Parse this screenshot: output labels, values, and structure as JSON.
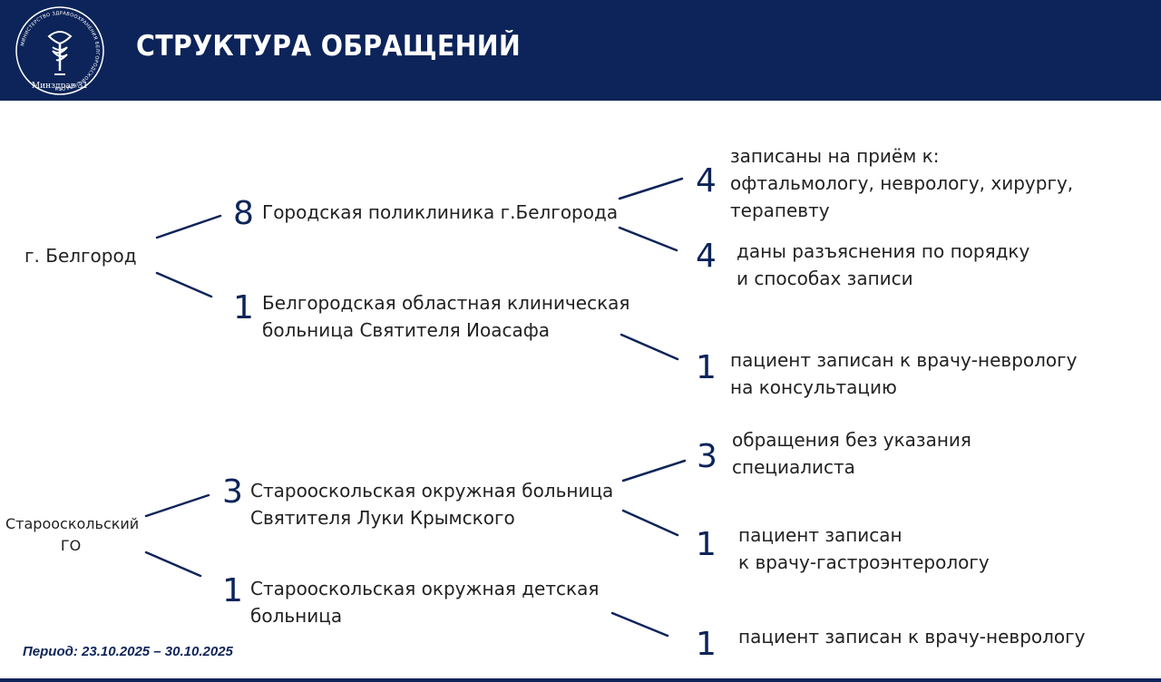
{
  "header": {
    "title": "СТРУКТУРА ОБРАЩЕНИЙ",
    "logo_text": "Минздрав 31",
    "logo_ring_text": "МИНИСТЕРСТВО ЗДРАВООХРАНЕНИЯ БЕЛГОРОДСКОЙ ОБЛАСТИ"
  },
  "colors": {
    "brand": "#0c2459",
    "text": "#222222",
    "background": "#ffffff"
  },
  "regions": [
    {
      "name": "г. Белгород",
      "institutions": [
        {
          "count": "8",
          "name_lines": [
            "Городская поликлиника г.Белгорода"
          ],
          "outcomes": [
            {
              "count": "4",
              "lines": [
                "записаны на приём к:",
                "офтальмологу, неврологу, хирургу,",
                "терапевту"
              ]
            },
            {
              "count": "4",
              "lines": [
                "даны разъяснения по порядку",
                "и способах записи"
              ]
            }
          ]
        },
        {
          "count": "1",
          "name_lines": [
            "Белгородская областная клиническая",
            "больница Святителя Иоасафа"
          ],
          "outcomes": [
            {
              "count": "1",
              "lines": [
                "пациент записан к врачу-неврологу",
                "на консультацию"
              ]
            }
          ]
        }
      ]
    },
    {
      "name_lines": [
        "Старооскольский",
        "ГО"
      ],
      "institutions": [
        {
          "count": "3",
          "name_lines": [
            "Старооскольская окружная больница",
            "Святителя Луки Крымского"
          ],
          "outcomes": [
            {
              "count": "3",
              "lines": [
                "обращения без указания",
                "специалиста"
              ]
            },
            {
              "count": "1",
              "lines": [
                "пациент записан",
                "к врачу-гастроэнтерологу"
              ]
            }
          ]
        },
        {
          "count": "1",
          "name_lines": [
            "Старооскольская окружная детская",
            "больница"
          ],
          "outcomes": [
            {
              "count": "1",
              "lines": [
                "пациент записан к врачу-неврологу"
              ]
            }
          ]
        }
      ]
    }
  ],
  "footer": {
    "period": "Период: 23.10.2025 – 30.10.2025"
  }
}
